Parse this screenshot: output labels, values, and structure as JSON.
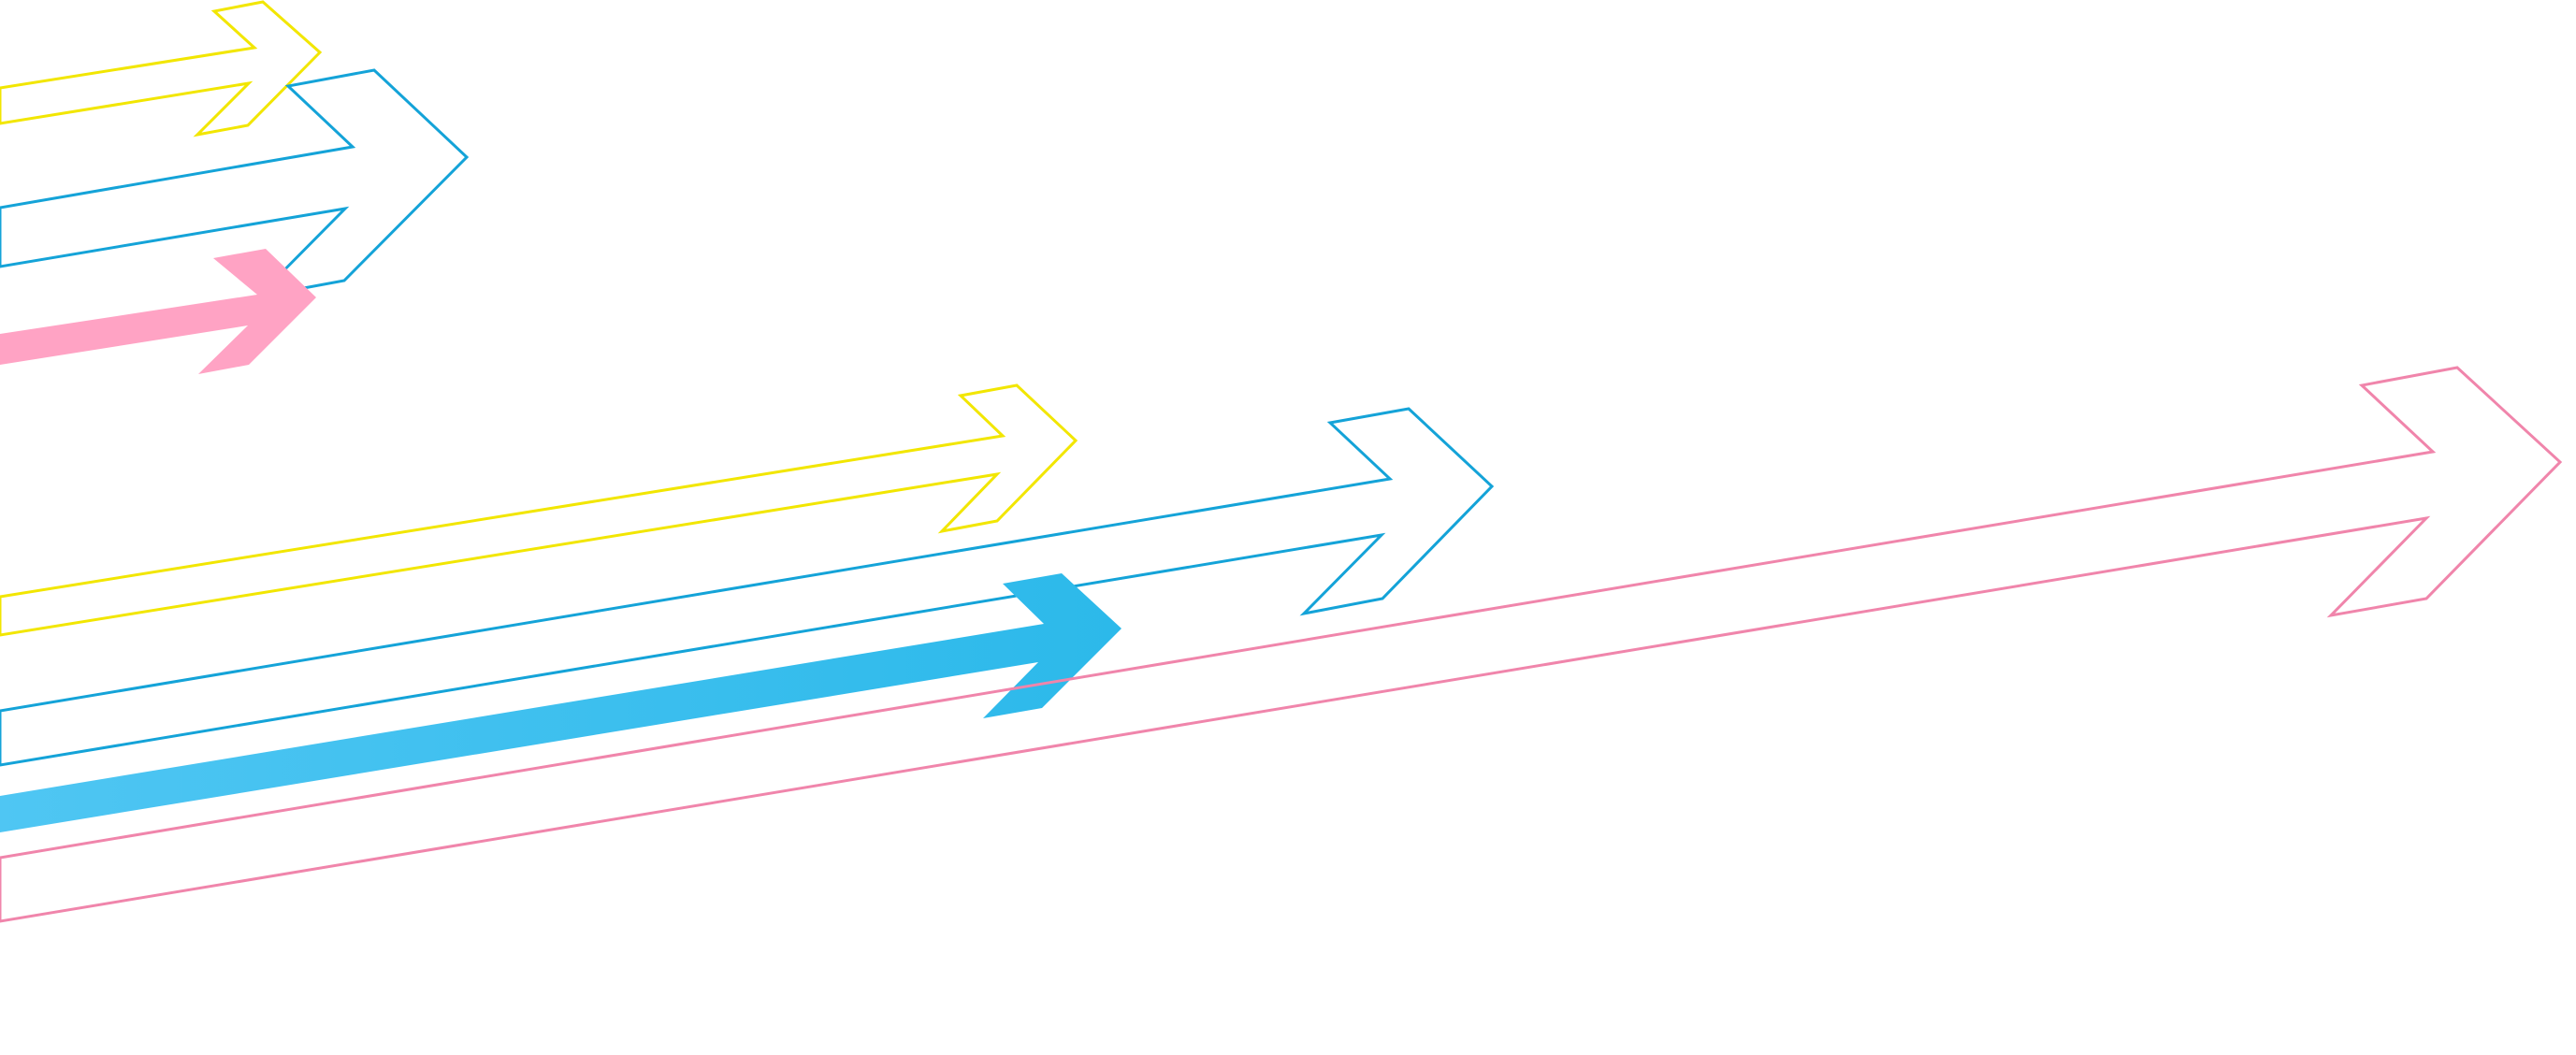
{
  "colors": {
    "yellow": "#f2e600",
    "blue": "#14a3d8",
    "pink": "#f085ab",
    "pink_fill": "#ffa3c4",
    "blue_fill_start": "#4fc6f3",
    "blue_fill_end": "#2cb9ea"
  },
  "arrows": [
    {
      "name": "yellow-outline-arrow-top",
      "style": "outline",
      "color": "yellow"
    },
    {
      "name": "blue-outline-arrow-top",
      "style": "outline",
      "color": "blue"
    },
    {
      "name": "pink-filled-arrow-top",
      "style": "filled",
      "color": "pink_fill"
    },
    {
      "name": "yellow-outline-arrow-middle",
      "style": "outline",
      "color": "yellow"
    },
    {
      "name": "blue-outline-arrow-middle",
      "style": "outline",
      "color": "blue"
    },
    {
      "name": "blue-filled-arrow-middle",
      "style": "filled",
      "color": "blue_fill"
    },
    {
      "name": "pink-outline-arrow-long",
      "style": "outline",
      "color": "pink"
    }
  ]
}
